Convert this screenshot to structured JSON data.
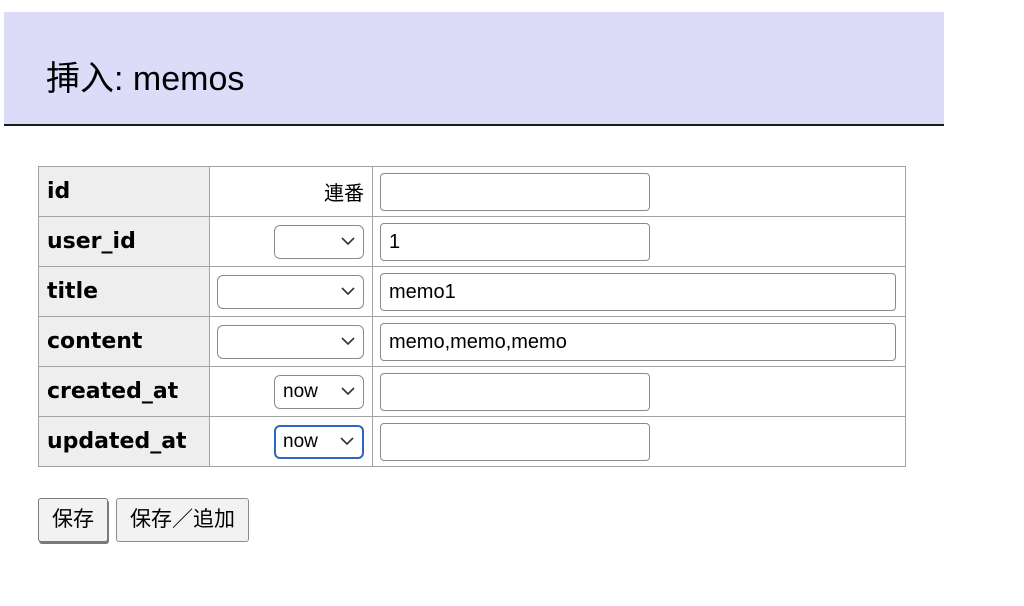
{
  "header": {
    "title": "挿入: memos"
  },
  "form": {
    "rows": [
      {
        "name": "id",
        "func_text": "連番",
        "value": ""
      },
      {
        "name": "user_id",
        "func_select": "",
        "value": "1"
      },
      {
        "name": "title",
        "func_select": "",
        "value": "memo1"
      },
      {
        "name": "content",
        "func_select": "",
        "value": "memo,memo,memo"
      },
      {
        "name": "created_at",
        "func_select": "now",
        "value": ""
      },
      {
        "name": "updated_at",
        "func_select": "now",
        "value": ""
      }
    ]
  },
  "buttons": {
    "save": "保存",
    "save_add": "保存／追加"
  },
  "icons": {
    "select_chevron": "chevron-down-icon"
  },
  "colors": {
    "header_bg": "#dcdcf9",
    "focus_ring": "#2f64c8",
    "name_col_bg": "#eeeeee"
  }
}
